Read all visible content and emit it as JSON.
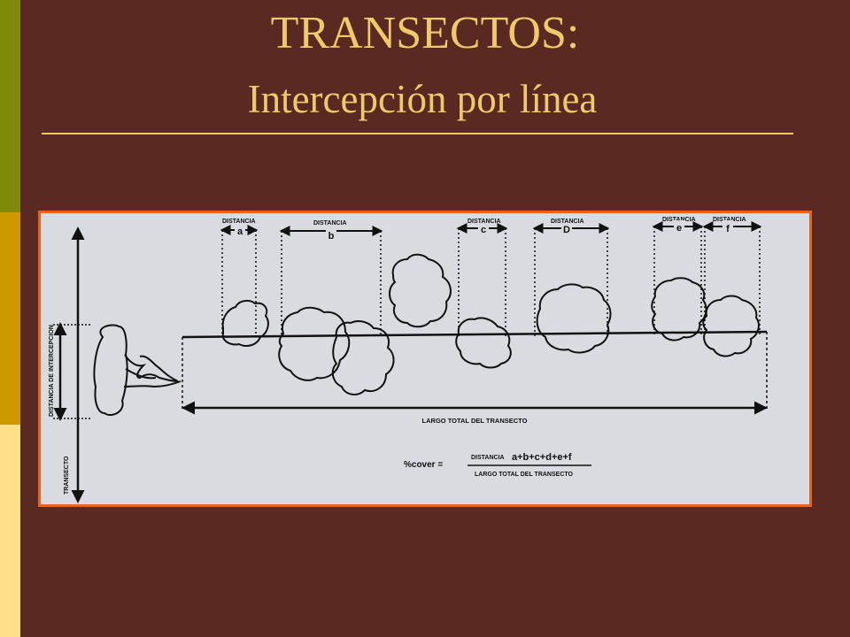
{
  "slide": {
    "title_line1": "TRANSECTOS:",
    "title_line2": "Intercepción por línea",
    "colors": {
      "background": "#5a2921",
      "title": "#f0c96a",
      "accent_bar_top": "#7f8a0a",
      "accent_bar_mid": "#cc9a00",
      "accent_bar_bottom": "#ffe08a",
      "diagram_border": "#e8641c",
      "diagram_background": "#d9dbe0"
    }
  },
  "diagram": {
    "distancia_label": "DISTANCIA",
    "segments": [
      "a",
      "b",
      "c",
      "D",
      "e",
      "f"
    ],
    "vertical_label_intercept": "DISTANCIA DE INTERCEPCION",
    "vertical_label_transect": "TRANSECTO",
    "total_label": "LARGO TOTAL DEL TRANSECTO",
    "formula_lhs": "%cover =",
    "formula_num_label": "DISTANCIA",
    "formula_num_sum": "a+b+c+d+e+f",
    "formula_den": "LARGO TOTAL DEL TRANSECTO"
  }
}
